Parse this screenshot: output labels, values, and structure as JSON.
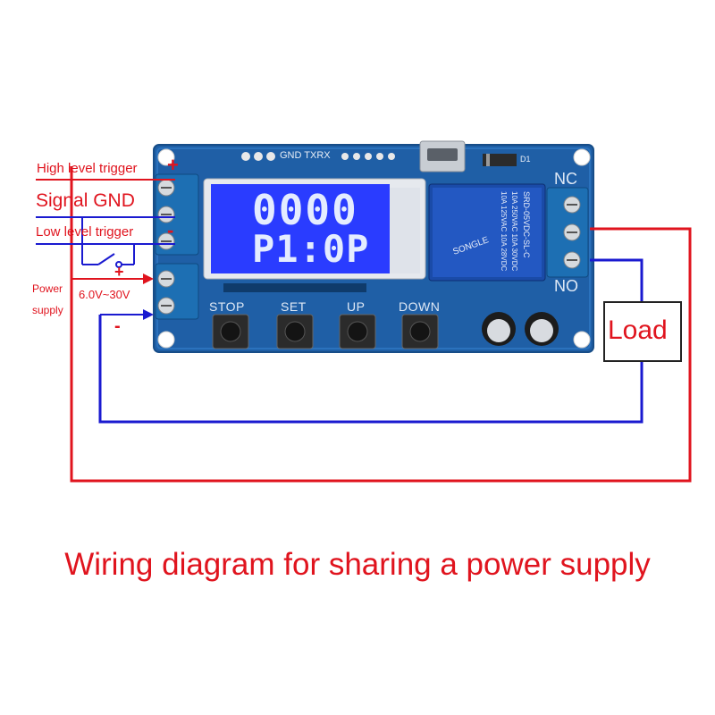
{
  "labels": {
    "high_level_trigger": "High level trigger",
    "signal_gnd": "Signal GND",
    "low_level_trigger": "Low level trigger",
    "power_supply_line1": "Power",
    "power_supply_line2": "supply",
    "voltage_range": "6.0V~30V",
    "plus_sign": "+",
    "minus_sign": "-",
    "nc": "NC",
    "no": "NO",
    "load": "Load"
  },
  "board": {
    "header_text": "GND TXRX",
    "d1_label": "D1",
    "lcd_line1": "0000",
    "lcd_line2": "P1:0P",
    "buttons": [
      "STOP",
      "SET",
      "UP",
      "DOWN"
    ],
    "relay_text": [
      "SRD-05VDC-SL-C",
      "10A 250VAC  10A 30VDC",
      "10A 125VAC  10A 28VDC",
      "SONGLE"
    ]
  },
  "title": "Wiring diagram for sharing a power supply",
  "colors": {
    "wire_red": "#e0141e",
    "wire_blue": "#1a1ad0",
    "pcb": "#1f5fa6",
    "lcd": "#2a3cff",
    "terminal": "#1d6fb3"
  }
}
